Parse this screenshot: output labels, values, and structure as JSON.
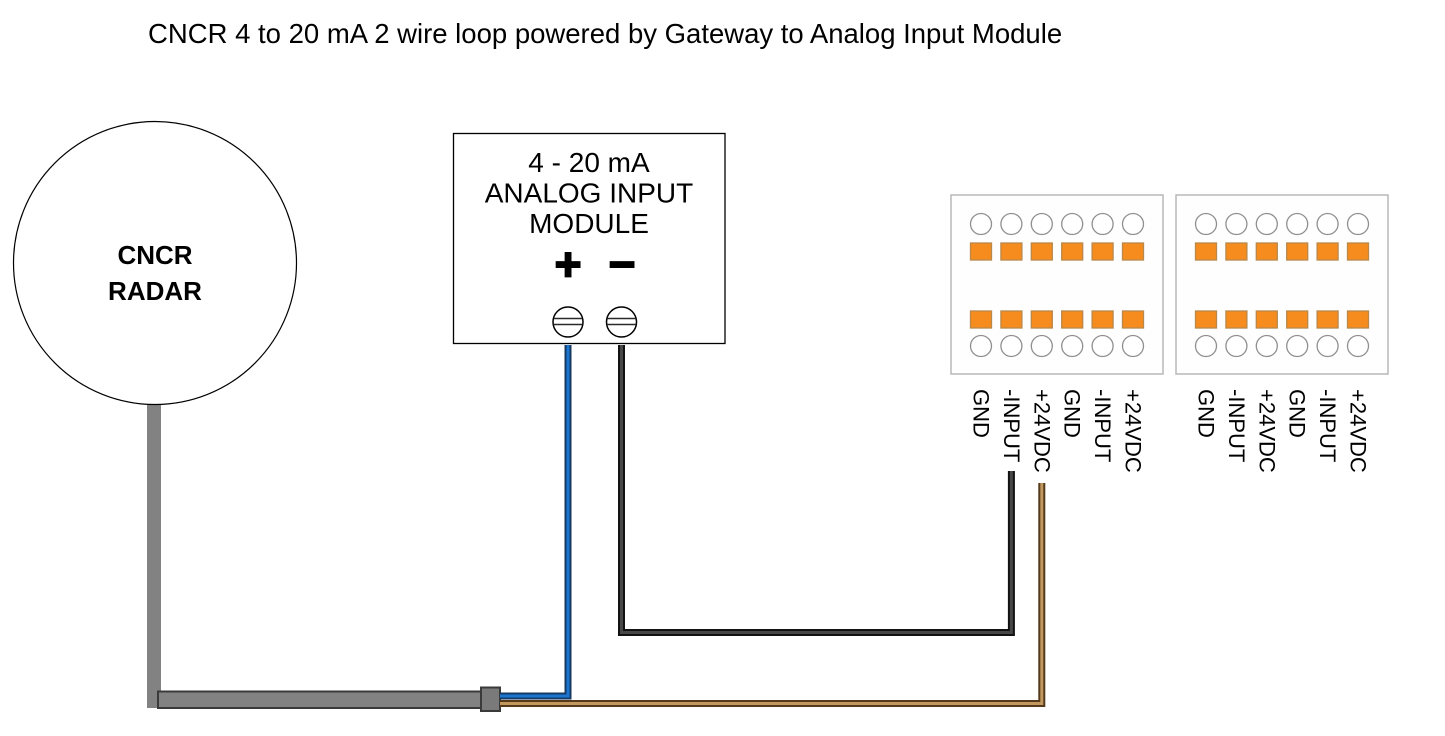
{
  "title": "CNCR 4 to 20 mA 2 wire loop powered by Gateway to Analog Input Module",
  "radar": {
    "line1": "CNCR",
    "line2": "RADAR"
  },
  "module": {
    "line1": "4 - 20 mA",
    "line2": "ANALOG INPUT",
    "line3": "MODULE",
    "plus": "+",
    "minus": "−"
  },
  "terminal_blocks": [
    {
      "labels": [
        "GND",
        "-INPUT",
        "+24VDC",
        "GND",
        "-INPUT",
        "+24VDC"
      ]
    },
    {
      "labels": [
        "GND",
        "-INPUT",
        "+24VDC",
        "GND",
        "-INPUT",
        "+24VDC"
      ]
    }
  ],
  "wires": [
    {
      "name": "blue-wire",
      "connects": "module + screw terminal down into gray radar cable"
    },
    {
      "name": "black-wire",
      "connects": "module − screw terminal to -INPUT terminal of first block"
    },
    {
      "name": "brown-wire",
      "connects": "gray radar cable to +24VDC terminal of first block"
    },
    {
      "name": "gray-cable",
      "connects": "CNCR RADAR down and right to blue/brown wire breakout"
    }
  ],
  "colors": {
    "wire_blue_core": "#1b76d2",
    "wire_blue_edge": "#173a63",
    "wire_black_core": "#474747",
    "wire_black_edge": "#121212",
    "wire_brown_core": "#c2985e",
    "wire_brown_edge": "#54391b",
    "cable_gray": "#828282",
    "cable_edge": "#3a3a3a",
    "cable_cap": "#7a7a7a",
    "terminal_orange": "#f68c1e",
    "terminal_orange_edge": "#b9884b",
    "block_border": "#b4b4b4",
    "hole_stroke": "#8f8f8f"
  }
}
